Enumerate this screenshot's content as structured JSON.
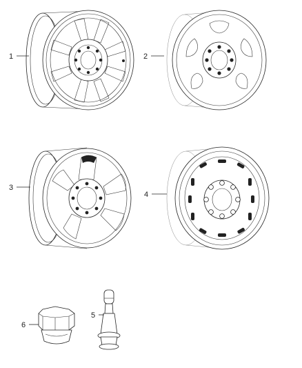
{
  "callouts": {
    "c1": "1",
    "c2": "2",
    "c3": "3",
    "c4": "4",
    "c5": "5",
    "c6": "6"
  },
  "parts": [
    {
      "callout": "1",
      "icon": "wheel-6-spoke-alloy-icon"
    },
    {
      "callout": "2",
      "icon": "wheel-steel-5-window-icon"
    },
    {
      "callout": "3",
      "icon": "wheel-5-spoke-alloy-icon"
    },
    {
      "callout": "4",
      "icon": "wheel-steel-slotted-icon"
    },
    {
      "callout": "5",
      "icon": "valve-stem-icon"
    },
    {
      "callout": "6",
      "icon": "lug-nut-icon"
    }
  ],
  "colors": {
    "line": "#222222",
    "background": "#ffffff"
  }
}
